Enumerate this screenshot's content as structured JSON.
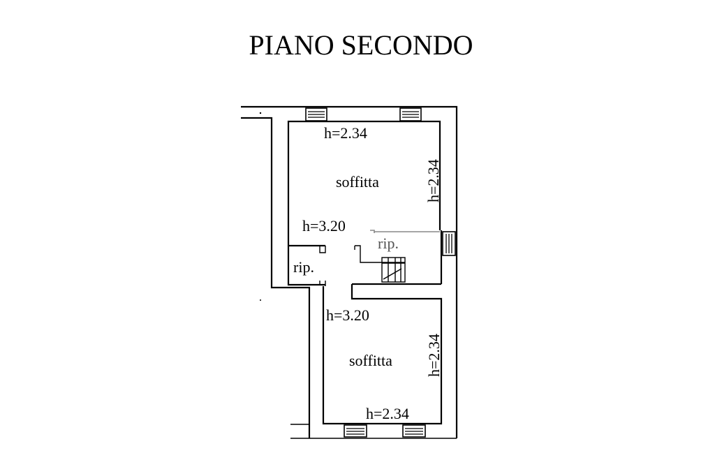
{
  "plan": {
    "title": "PIANO SECONDO",
    "upper_room": {
      "name": "soffitta",
      "height_top": "h=2.34",
      "height_right": "h=2.34",
      "height_low": "h=3.20"
    },
    "lower_room": {
      "name": "soffitta",
      "height_top": "h=3.20",
      "height_right": "h=2.34",
      "height_bottom": "h=2.34"
    },
    "closet_left": "rip.",
    "closet_right": "rip."
  }
}
